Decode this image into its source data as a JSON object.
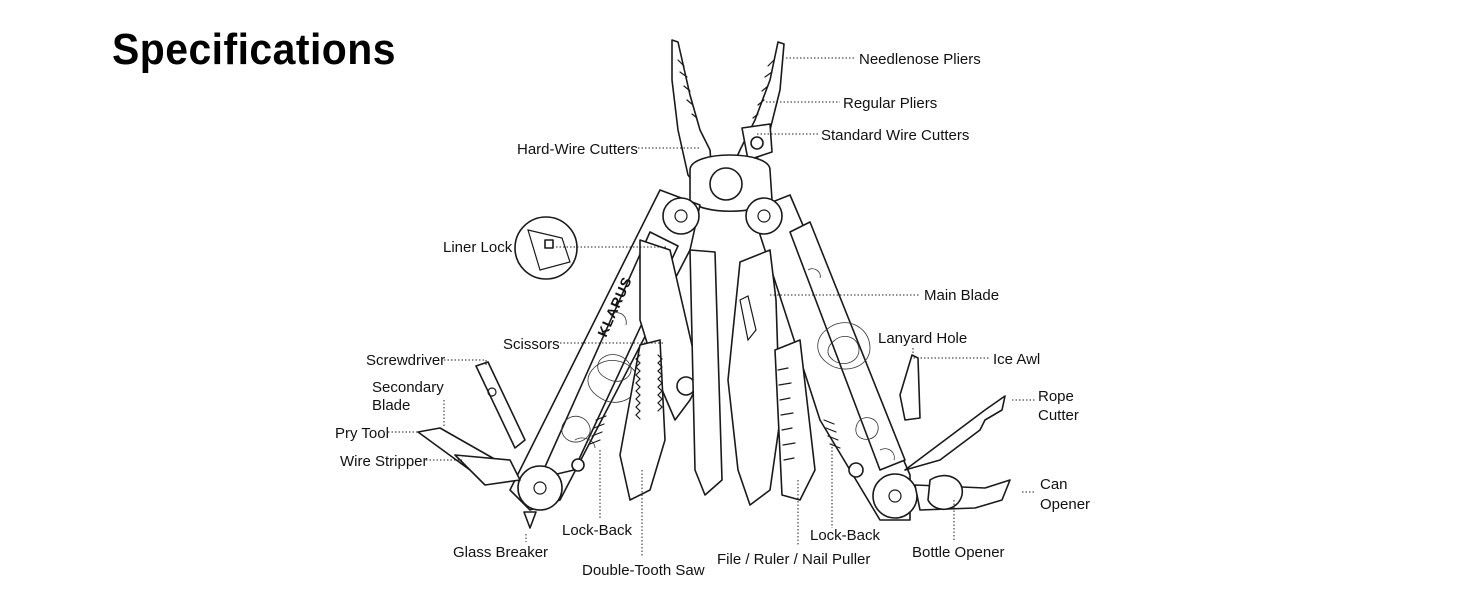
{
  "title": "Specifications",
  "brand": "KLARUS",
  "labels": {
    "needlenose_pliers": "Needlenose Pliers",
    "regular_pliers": "Regular Pliers",
    "standard_wire_cutters": "Standard Wire Cutters",
    "hard_wire_cutters": "Hard-Wire Cutters",
    "liner_lock": "Liner Lock",
    "main_blade": "Main Blade",
    "scissors": "Scissors",
    "screwdriver": "Screwdriver",
    "secondary_blade_1": "Secondary",
    "secondary_blade_2": "Blade",
    "pry_tool": "Pry Tool",
    "wire_stripper": "Wire Stripper",
    "lanyard_hole": "Lanyard Hole",
    "ice_awl": "Ice Awl",
    "rope_cutter_1": "Rope",
    "rope_cutter_2": "Cutter",
    "can_opener_1": "Can",
    "can_opener_2": "Opener",
    "glass_breaker": "Glass Breaker",
    "lock_back_left": "Lock-Back",
    "double_tooth_saw": "Double-Tooth Saw",
    "file_ruler_nail_puller": "File / Ruler / Nail Puller",
    "lock_back_right": "Lock-Back",
    "bottle_opener": "Bottle Opener"
  }
}
